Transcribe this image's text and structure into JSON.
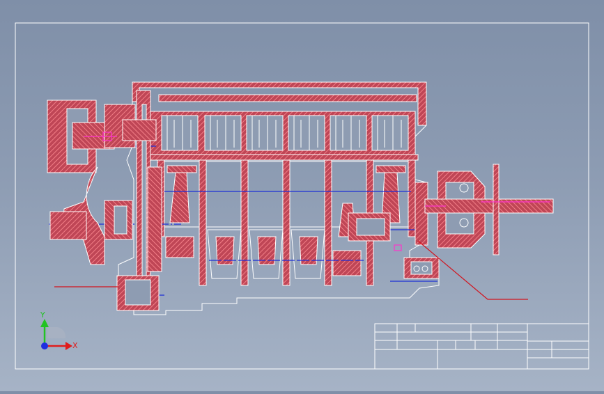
{
  "window": {
    "title": ""
  },
  "axis_triad": {
    "y_label": "Y",
    "x_label": "X"
  },
  "colors": {
    "background_top": "#7f8fa8",
    "background_bottom": "#a6b3c6",
    "hatch": "#d9424f",
    "outline": "#ffffff",
    "centerline": "#1c2fd6",
    "leader": "#d2141e",
    "magenta": "#ff33cc",
    "axis_x": "#e01c1c",
    "axis_y": "#22c322",
    "axis_z": "#1f2fe0"
  },
  "drawing": {
    "subject": "engine-crankcase-cross-section",
    "cylinder_count": 6
  },
  "title_block": {
    "cells": []
  }
}
